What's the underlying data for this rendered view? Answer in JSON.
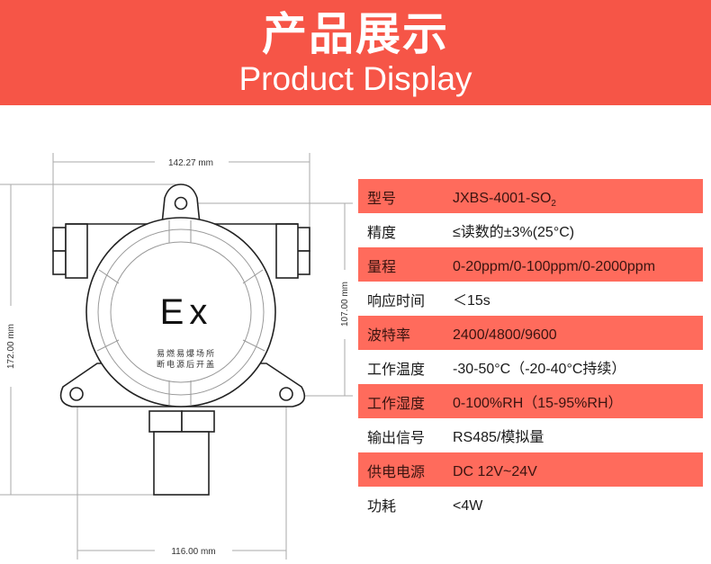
{
  "banner": {
    "title_cn": "产品展示",
    "title_en": "Product Display",
    "color": "#F65547"
  },
  "diagram": {
    "dimensions": {
      "top_width": "142.27 mm",
      "total_height": "172.00 mm",
      "mount_height": "107.00 mm",
      "bottom_width": "116.00 mm"
    },
    "cover_mark": "Ex",
    "warning_line1": "易燃易爆场所",
    "warning_line2": "断电源后开盖"
  },
  "specs": {
    "highlight_color": "#FF6B5C",
    "rows": [
      {
        "label": "型号",
        "value": "JXBS-4001-SO",
        "value_sub": "2"
      },
      {
        "label": "精度",
        "value": "≤读数的±3%(25°C)"
      },
      {
        "label": "量程",
        "value": "0-20ppm/0-100ppm/0-2000ppm"
      },
      {
        "label": "响应时间",
        "value": "＜15s"
      },
      {
        "label": "波特率",
        "value": "2400/4800/9600"
      },
      {
        "label": "工作温度",
        "value": "-30-50°C（-20-40°C持续）"
      },
      {
        "label": "工作湿度",
        "value": "0-100%RH（15-95%RH）"
      },
      {
        "label": "输出信号",
        "value": "RS485/模拟量"
      },
      {
        "label": "供电电源",
        "value": "DC 12V~24V"
      },
      {
        "label": "功耗",
        "value": "<4W"
      }
    ]
  }
}
